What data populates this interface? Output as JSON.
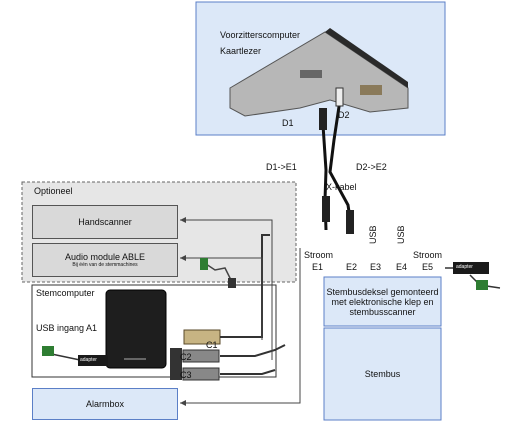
{
  "voorzitter": {
    "title": "Voorzitterscomputer",
    "subtitle": "Kaartlezer",
    "d1": "D1",
    "d2": "D2"
  },
  "cable": {
    "d1e1": "D1->E1",
    "d2e2": "D2->E2",
    "xkabel": "X-kabel"
  },
  "optioneel": {
    "title": "Optioneel",
    "handscanner": "Handscanner",
    "audio": "Audio module ABLE",
    "audio_sub": "Bij één van de stemmachines"
  },
  "stemcomputer": {
    "title": "Stemcomputer",
    "usb": "USB ingang A1",
    "c1": "C1",
    "c2": "C2",
    "c3": "C3",
    "adapter": "adapter"
  },
  "alarmbox": "Alarmbox",
  "ports": [
    {
      "top": "Stroom",
      "bottom": "E1"
    },
    {
      "top": "",
      "bottom": "E2"
    },
    {
      "top": "USB",
      "bottom": "E3"
    },
    {
      "top": "USB",
      "bottom": "E4"
    },
    {
      "top": "Stroom",
      "bottom": "E5"
    }
  ],
  "adapter_right": "adapter",
  "stembusdeksel": "Stembusdeksel gemonteerd met elektronische klep en stembusscanner",
  "stembus": "Stembus"
}
